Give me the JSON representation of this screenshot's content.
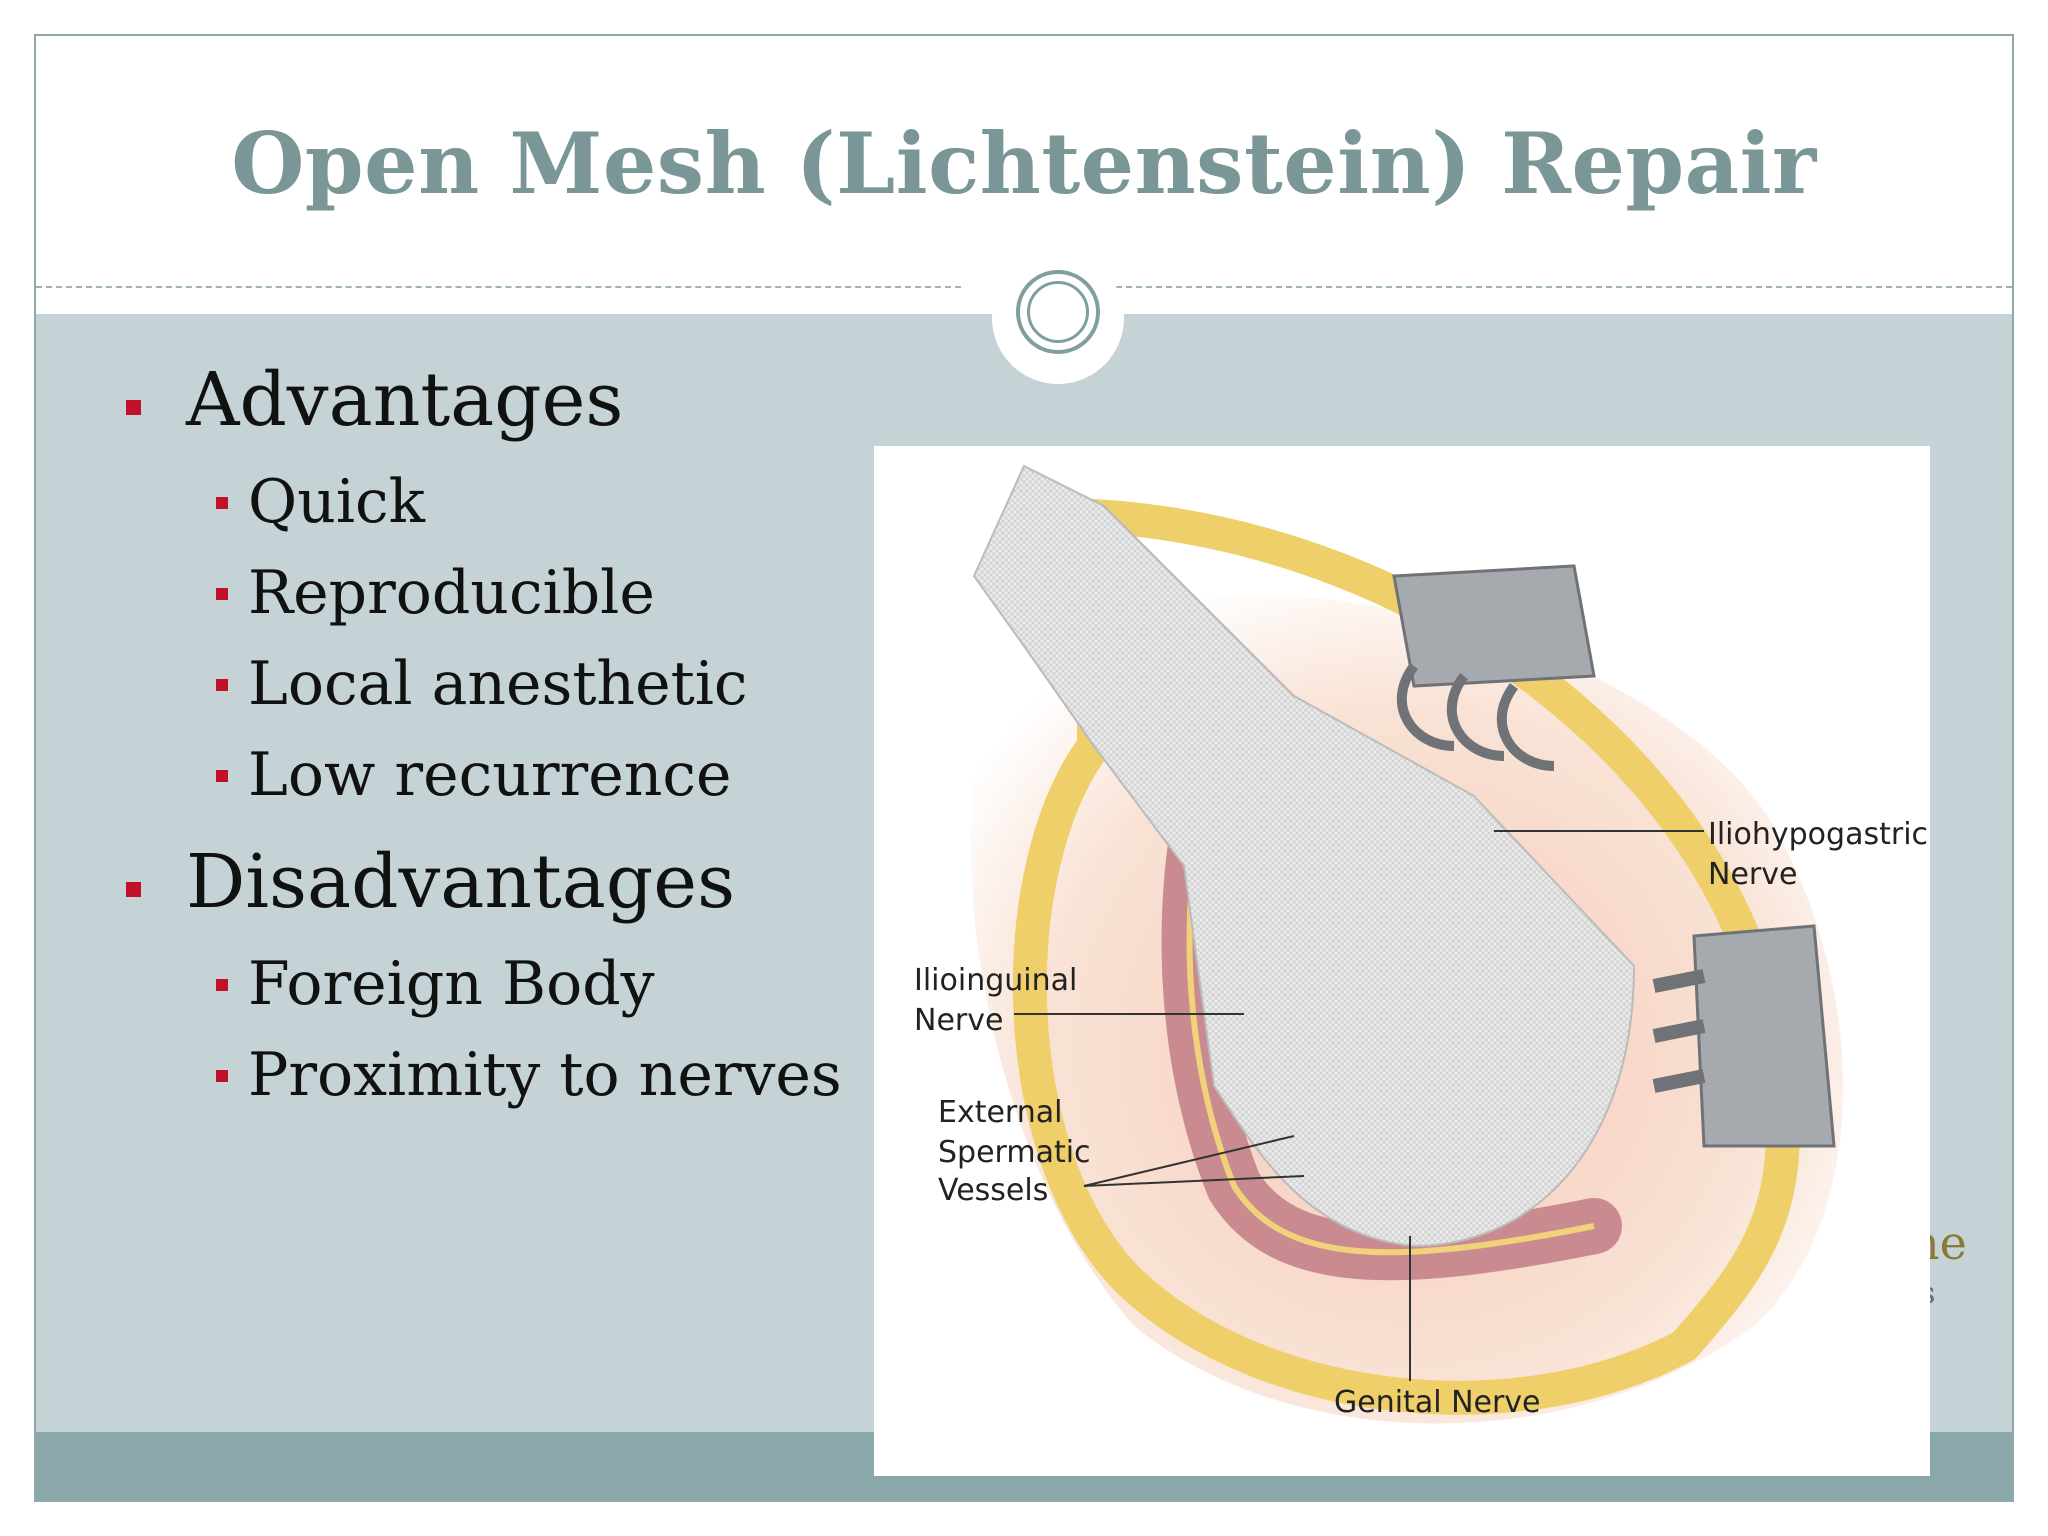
{
  "slide": {
    "title": "Open Mesh (Lichtenstein) Repair"
  },
  "bullets": [
    {
      "label": "Advantages",
      "items": [
        "Quick",
        "Reproducible",
        "Local anesthetic",
        "Low recurrence"
      ]
    },
    {
      "label": "Disadvantages",
      "items": [
        "Foreign Body",
        "Proximity to nerves"
      ]
    }
  ],
  "illustration": {
    "labels": {
      "iliohypogastric_line1": "Iliohypogastric",
      "iliohypogastric_line2": "Nerve",
      "ilioinguinal_line1": "Ilioinguinal",
      "ilioinguinal_line2": "Nerve",
      "spermatic_line1": "External",
      "spermatic_line2": "Spermatic",
      "spermatic_line3": "Vessels",
      "genital": "Genital Nerve"
    }
  },
  "partial_text": {
    "line1": "ne",
    "line2": "s"
  },
  "colors": {
    "title": "#7a9696",
    "body_background": "#c5d3d6",
    "footer": "#8aa8aa",
    "bullet_mark": "#c0102a"
  }
}
